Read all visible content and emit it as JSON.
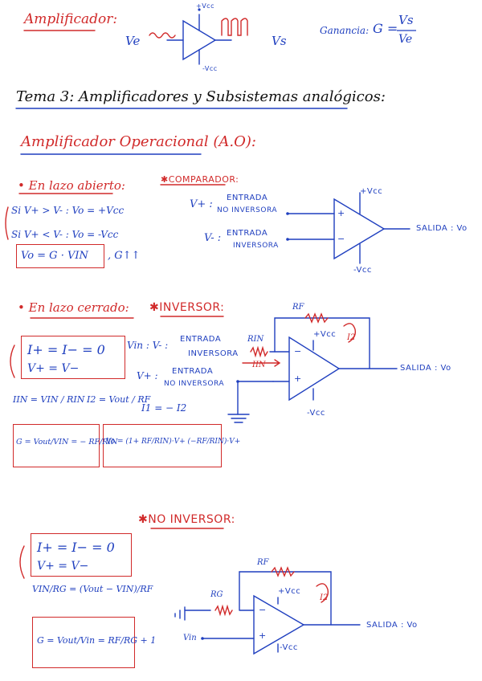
{
  "header": {
    "title": "Amplificador:",
    "ve": "Ve",
    "vs": "Vs",
    "vcc_pos": "+Vcc",
    "vcc_neg": "-Vcc",
    "gain_label": "Ganancia:",
    "gain_g": "G =",
    "gain_num": "Vs",
    "gain_den": "Ve"
  },
  "tema": "Tema 3: Amplificadores y Subsistemas analógicos:",
  "ao_title": "Amplificador Operacional (A.O):",
  "lazo_abierto": {
    "title": "• En lazo abierto:",
    "cond1": "Si  V+ > V- : Vo = +Vcc",
    "cond2": "Si  V+ < V- : Vo = -Vcc",
    "formula": "Vo = G · VIN",
    "g_note": ", G↑↑"
  },
  "comparador": {
    "title": "✱COMPARADOR:",
    "vplus": "V+ :",
    "vplus_desc1": "ENTRADA",
    "vplus_desc2": "NO INVERSORA",
    "vminus": "V- :",
    "vminus_desc1": "ENTRADA",
    "vminus_desc2": "INVERSORA",
    "vcc_pos": "+Vcc",
    "vcc_neg": "-Vcc",
    "plus": "+",
    "minus": "−",
    "salida": "SALIDA : Vo"
  },
  "lazo_cerrado": {
    "title": "• En lazo cerrado:",
    "inversor_title": "✱INVERSOR:",
    "eq1": "I+ = I− = 0",
    "eq2": "V+ = V−",
    "vin_label": "Vin : V- :",
    "vin_desc1": "ENTRADA",
    "vin_desc2": "INVERSORA",
    "vplus_label": "V+ :",
    "vplus_desc1": "ENTRADA",
    "vplus_desc2": "NO INVERSORA",
    "rf": "RF",
    "rin": "RIN",
    "iin": "IIN",
    "i2": "I2",
    "vcc_pos": "+Vcc",
    "vcc_neg": "-Vcc",
    "salida": "SALIDA : Vo",
    "iin_eq": "IIN = VIN / RIN",
    "i2_eq": "I2 = Vout / RF",
    "i1_eq": "I1 = − I2",
    "g_formula": "G = Vout/VIN = − RF/RIN",
    "vo_formula": "Vo = (1+ RF/RIN)·V+ (−RF/RIN)·V+"
  },
  "no_inversor": {
    "title": "✱NO INVERSOR:",
    "eq1": "I+ = I− = 0",
    "eq2": "V+ = V−",
    "ratio": "VIN/RG = (Vout − VIN)/RF",
    "g_formula": "G = Vout/Vin = RF/RG + 1",
    "rf": "RF",
    "rg": "RG",
    "i2": "I2",
    "vin": "Vin",
    "vcc_pos": "+Vcc",
    "vcc_neg": "-Vcc",
    "salida": "SALIDA : Vo"
  },
  "colors": {
    "ink": "#1f3fbf",
    "accent": "#d12a2a"
  }
}
